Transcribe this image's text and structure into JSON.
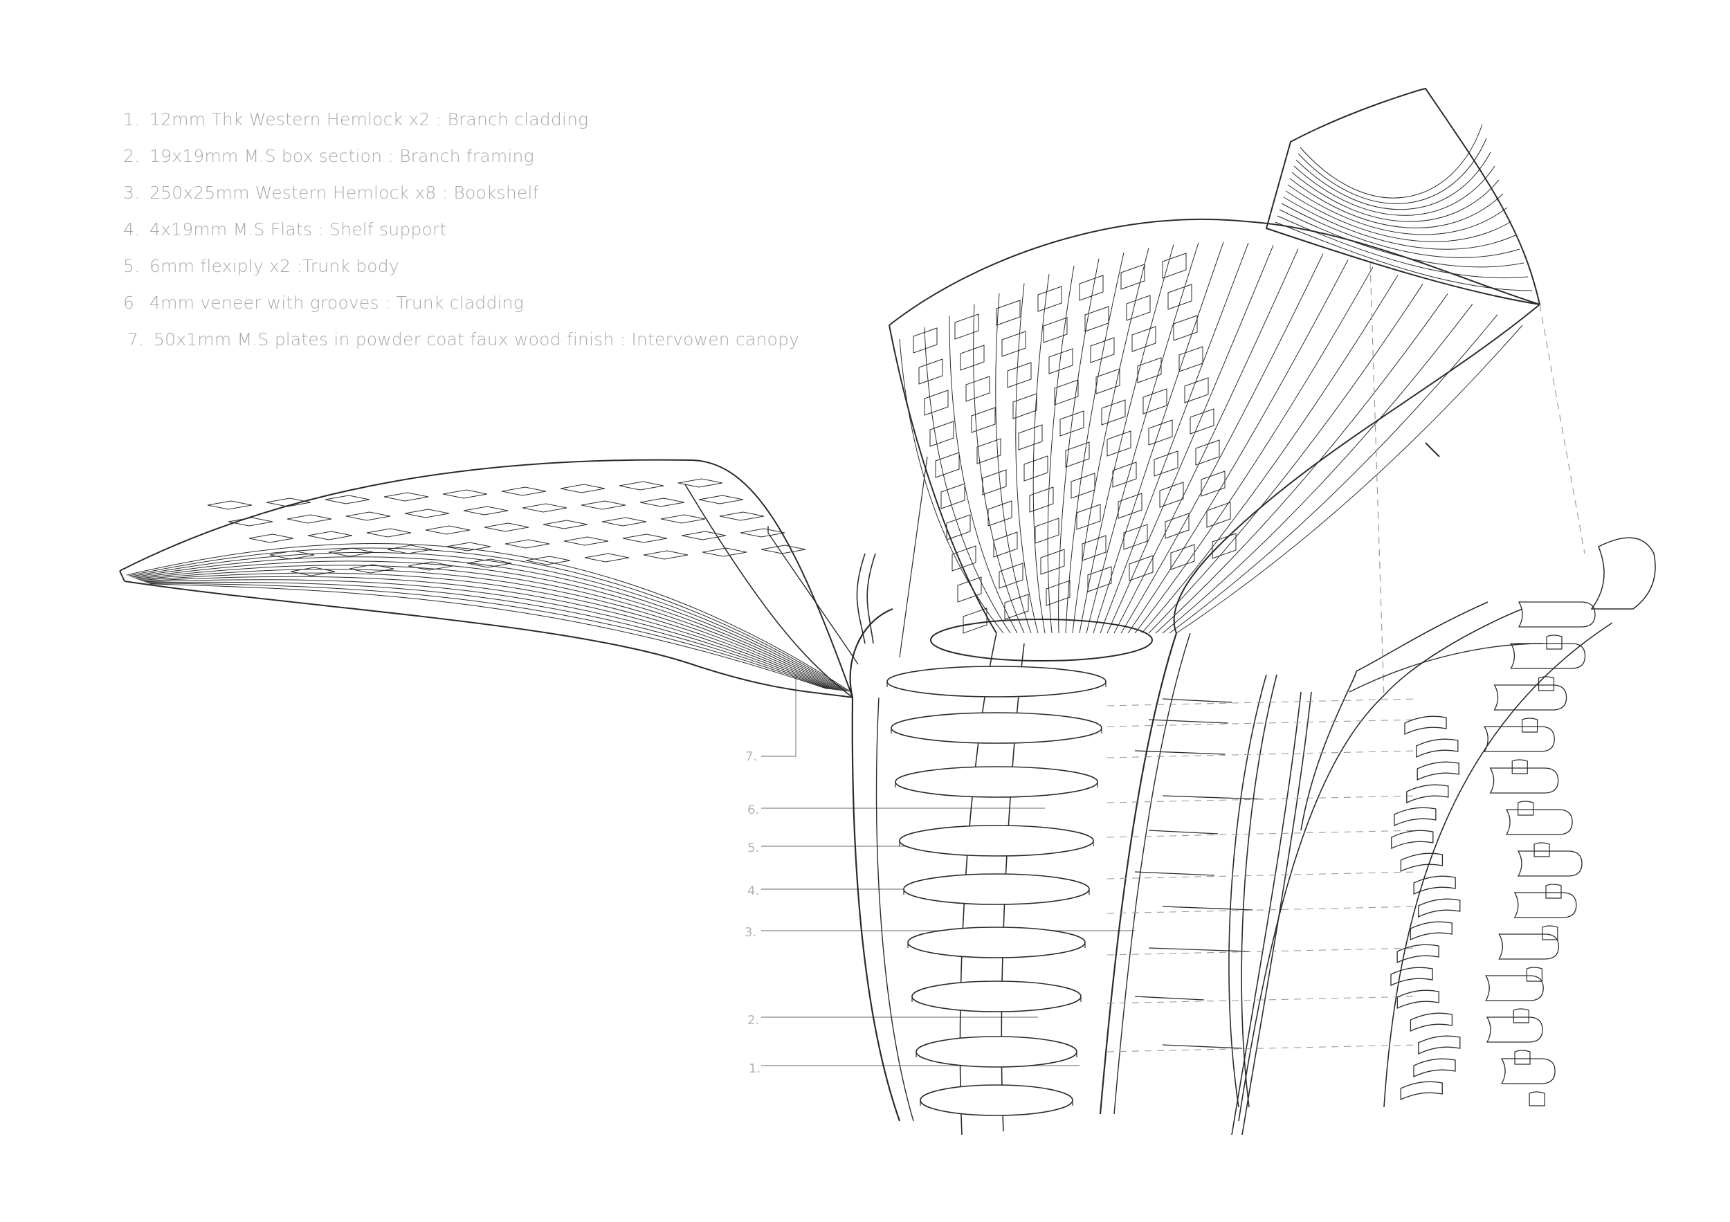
{
  "legend": {
    "items": [
      {
        "num": "1.",
        "text": "12mm Thk Western Hemlock x2 : Branch cladding"
      },
      {
        "num": "2.",
        "text": "19x19mm M.S box section : Branch framing"
      },
      {
        "num": "3.",
        "text": "250x25mm Western Hemlock x8 : Bookshelf"
      },
      {
        "num": "4.",
        "text": "4x19mm M.S Flats : Shelf support"
      },
      {
        "num": "5.",
        "text": "6mm flexiply x2 :Trunk body"
      },
      {
        "num": "6",
        "text": "4mm veneer with grooves : Trunk cladding"
      },
      {
        "num": "7.",
        "text": "50x1mm M.S plates in powder coat faux wood finish : Intervowen canopy"
      }
    ]
  },
  "callouts": [
    "7.",
    "6.",
    "5.",
    "4.",
    "3.",
    "2.",
    "1."
  ],
  "colors": {
    "line": "#2a2a2a",
    "leader": "#9a9a9a",
    "text": "#a9a9a9"
  }
}
